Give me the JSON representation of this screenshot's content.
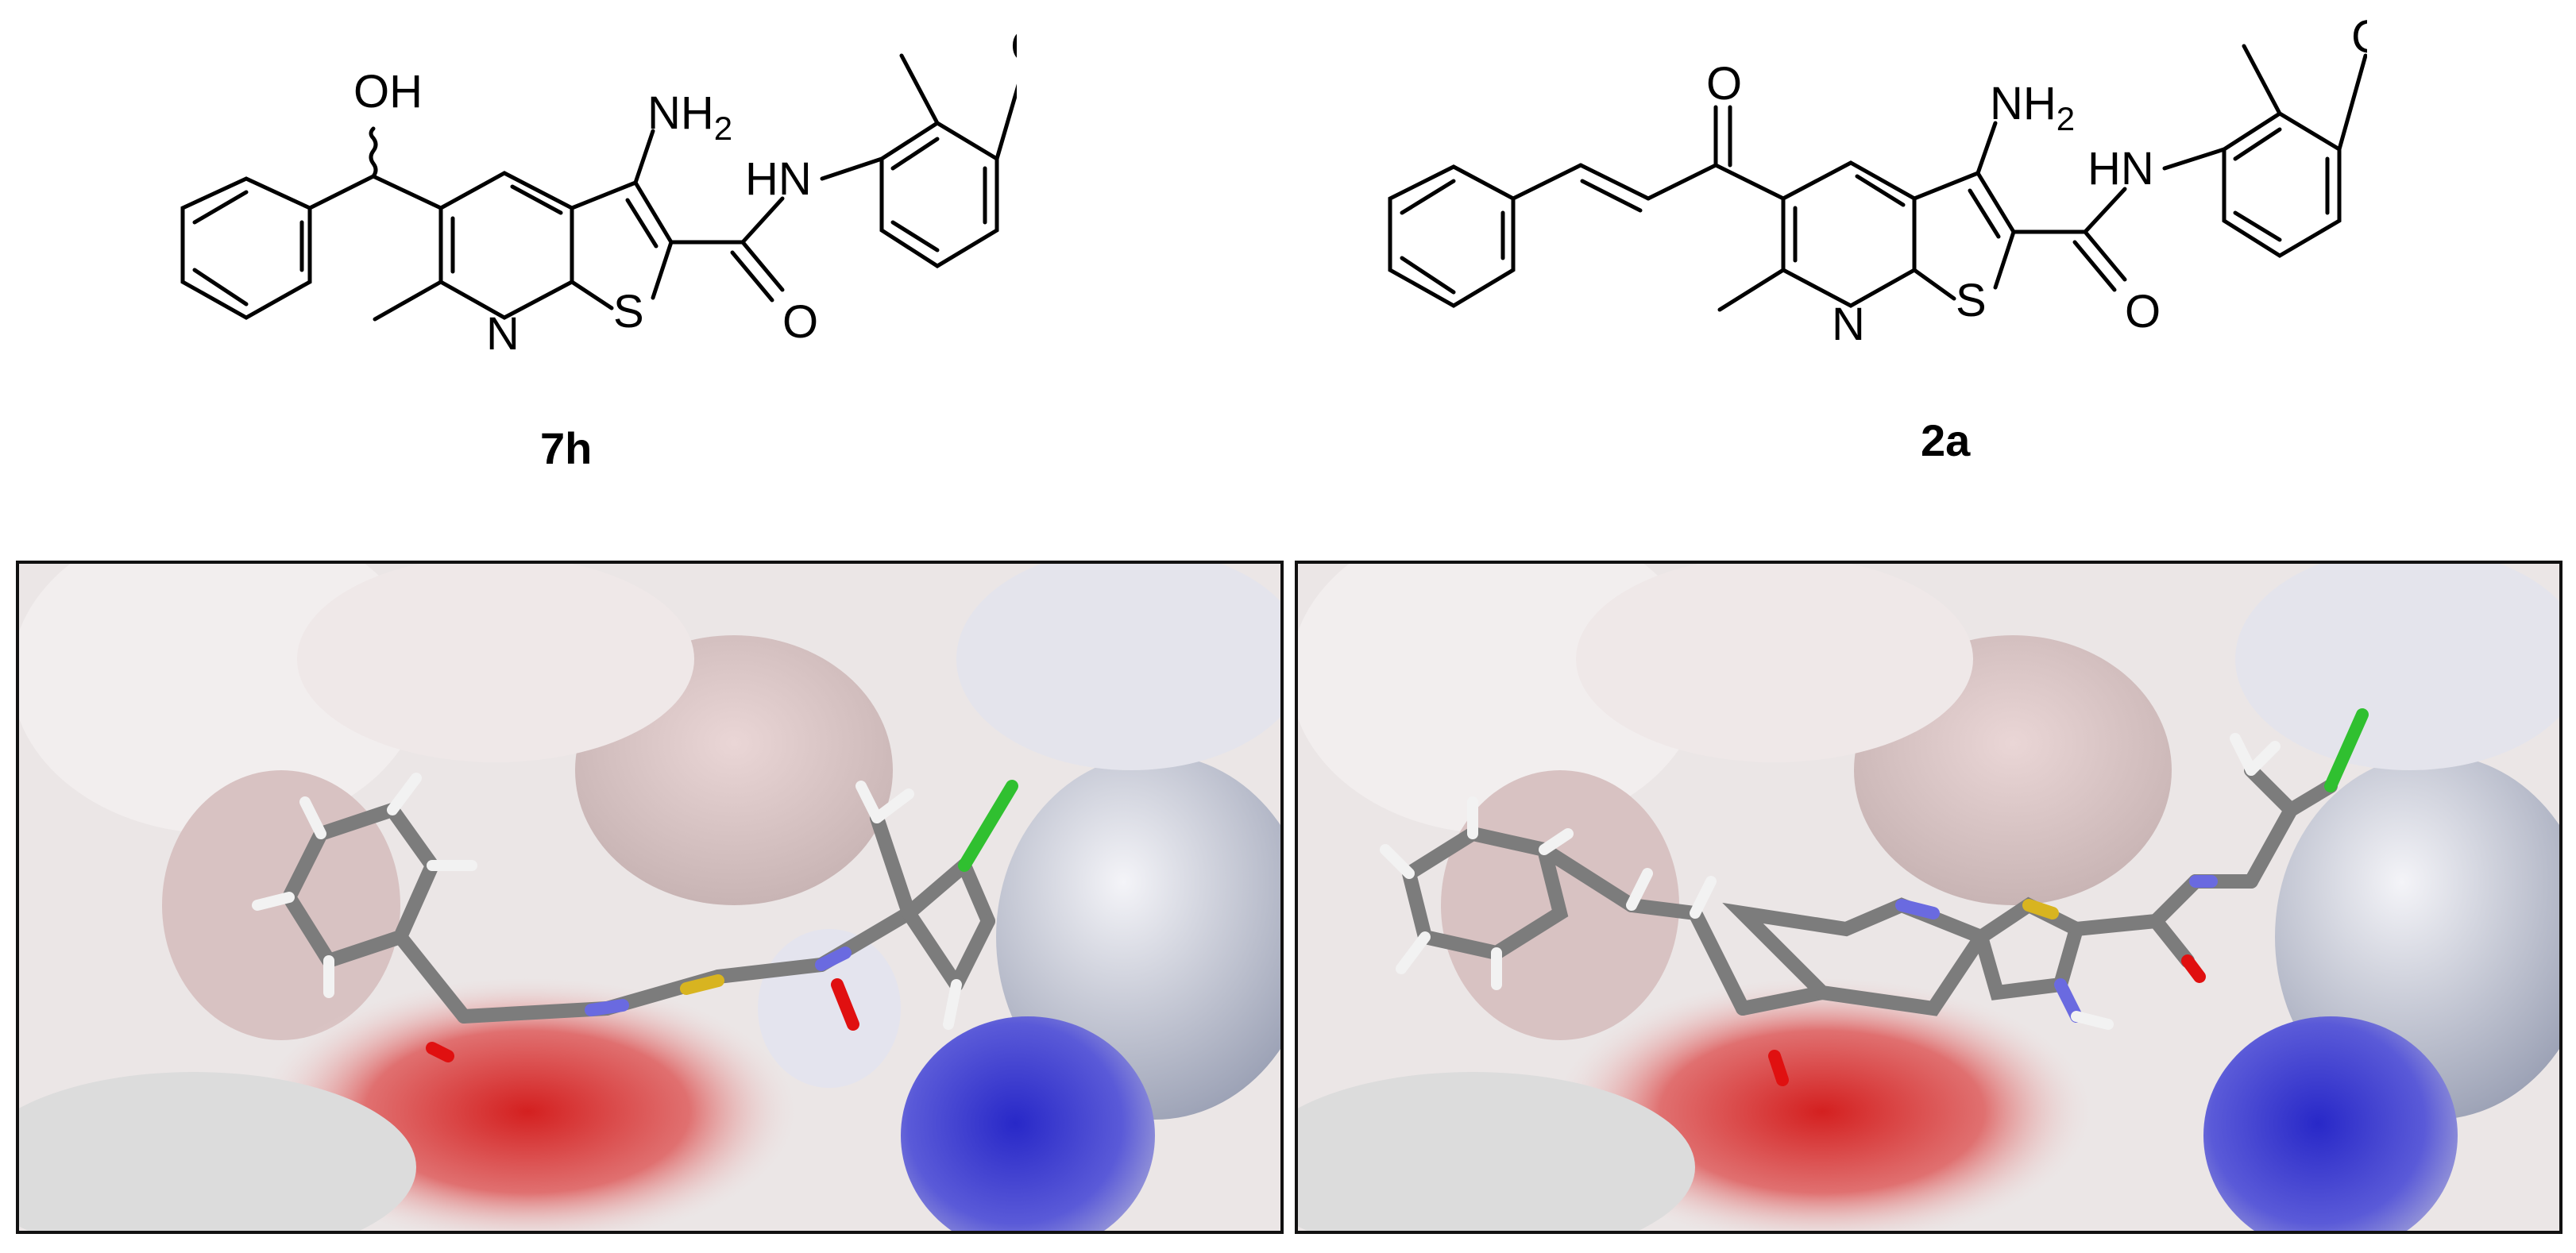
{
  "compounds": [
    {
      "label": "7h",
      "atoms": {
        "hydroxyl": "OH",
        "amine": "NH",
        "amine_sub": "2",
        "amide_nh": "HN",
        "carbonyl_o": "O",
        "ring_n": "N",
        "ring_s": "S",
        "chloro": "Cl"
      }
    },
    {
      "label": "2a",
      "atoms": {
        "ketone_o": "O",
        "amine": "NH",
        "amine_sub": "2",
        "amide_nh": "HN",
        "carbonyl_o": "O",
        "ring_n": "N",
        "ring_s": "S",
        "chloro": "Cl"
      }
    }
  ],
  "surface_colors": {
    "neutral": "#e9e4e4",
    "negative": "#d42020",
    "positive": "#3a3ad0",
    "light_positive": "#c4c6dc"
  },
  "stick_colors": {
    "carbon": "#808080",
    "hydrogen": "#f2f2f2",
    "nitrogen": "#6a6ae0",
    "oxygen": "#e01010",
    "sulfur": "#d8b420",
    "chlorine": "#30c030"
  }
}
